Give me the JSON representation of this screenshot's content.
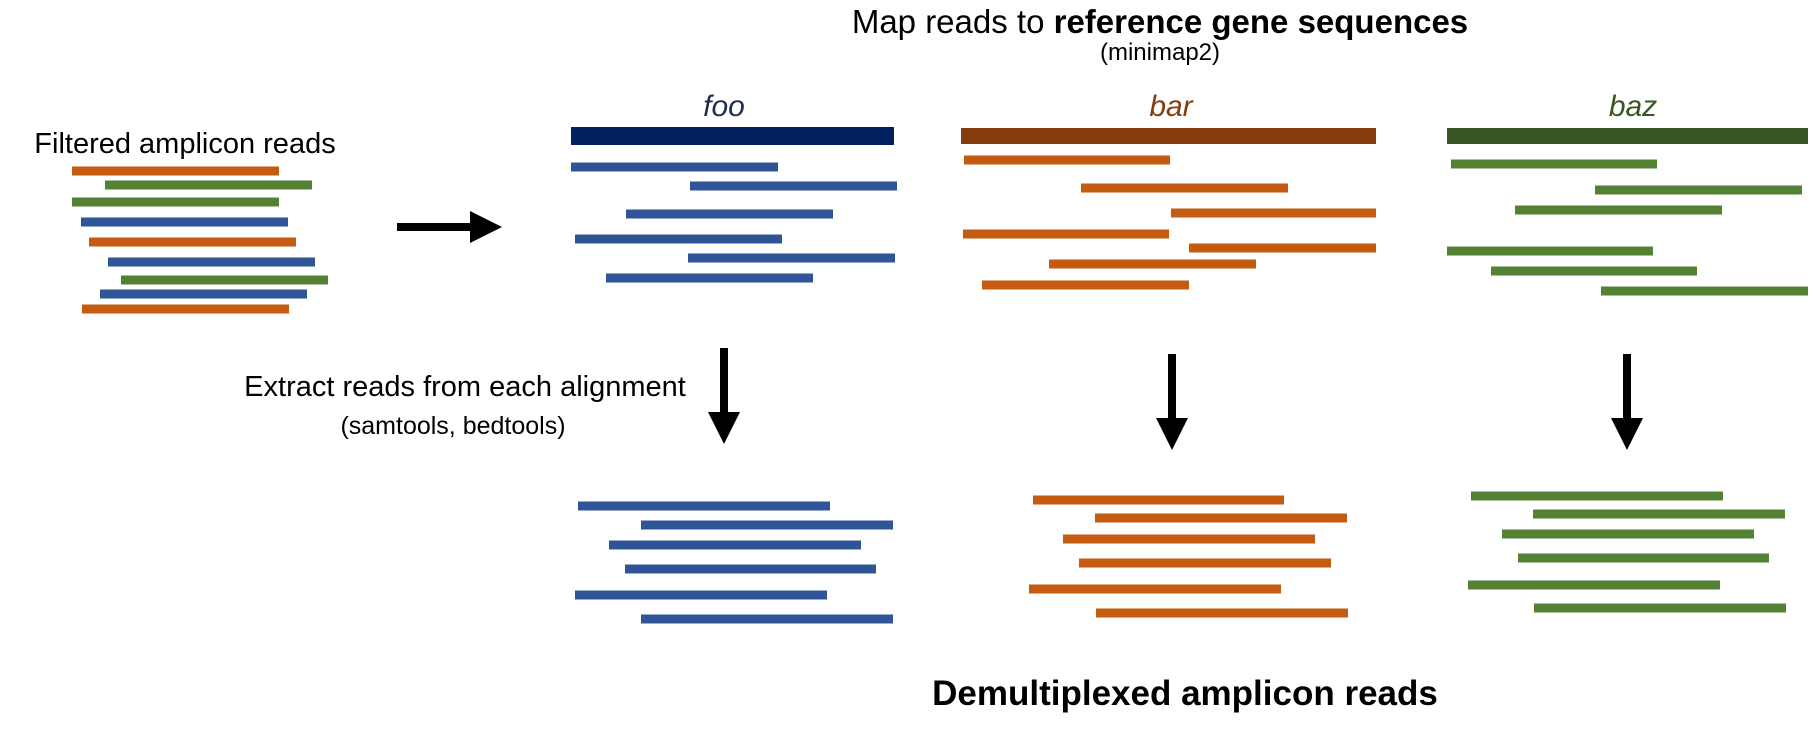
{
  "title": {
    "prefix": "Map reads to ",
    "bold": "reference gene sequences",
    "tool": "(minimap2)"
  },
  "input_label": "Filtered amplicon reads",
  "extract_label": "Extract reads from each alignment",
  "extract_tools": "(samtools, bedtools)",
  "output_label": "Demultiplexed amplicon reads",
  "colors": {
    "orange_read": "#C55A11",
    "green_read": "#548235",
    "blue_read": "#2F5597",
    "foo_ref": "#002060",
    "bar_ref": "#843C0C",
    "baz_ref": "#375623",
    "arrow": "#000000"
  },
  "genes": [
    {
      "name": "foo",
      "color_key": "foo",
      "read_color": "blue_read",
      "ref_color": "foo_ref"
    },
    {
      "name": "bar",
      "color_key": "bar",
      "read_color": "orange_read",
      "ref_color": "bar_ref"
    },
    {
      "name": "baz",
      "color_key": "baz",
      "read_color": "green_read",
      "ref_color": "baz_ref"
    }
  ]
}
